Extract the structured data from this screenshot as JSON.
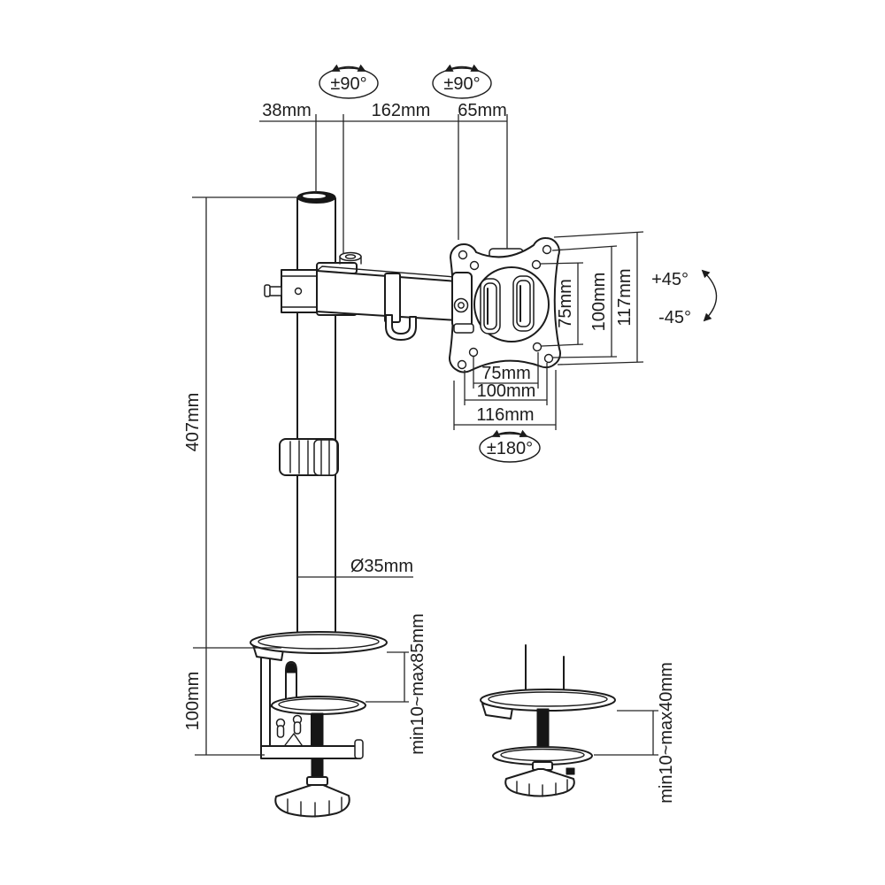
{
  "diagram": {
    "type": "technical-dimension-drawing",
    "subject": "single-monitor-desk-mount-arm",
    "colors": {
      "line": "#1c1c1c",
      "background": "#ffffff"
    },
    "labels": {
      "rotation_pole": "±90°",
      "rotation_vesa_swivel": "±90°",
      "rotation_vesa_plate": "±180°",
      "tilt_up": "+45°",
      "tilt_down": "-45°",
      "top_offset": "38mm",
      "arm_length": "162mm",
      "head_depth": "65mm",
      "pole_height": "407mm",
      "pole_diameter": "Ø35mm",
      "clamp_section_height": "100mm",
      "clamp_thickness_range": "min10~max85mm",
      "grommet_thickness_range": "min10~max40mm",
      "vesa_right": [
        "75mm",
        "100mm",
        "117mm"
      ],
      "vesa_bottom": [
        "75mm",
        "100mm",
        "116mm"
      ]
    }
  }
}
